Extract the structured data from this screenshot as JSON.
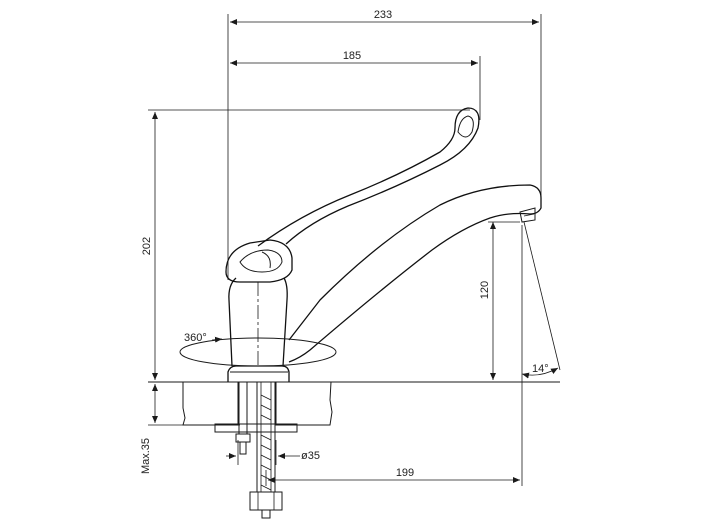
{
  "dimensions": {
    "overall_width": "233",
    "handle_reach": "185",
    "total_height": "202",
    "spout_height": "120",
    "rotation": "360°",
    "outlet_angle": "14°",
    "counter_thickness": "Max.35",
    "mounting_hole": "ø35",
    "spout_reach": "199"
  },
  "colors": {
    "line": "#1a1a1a",
    "hatch": "#444444",
    "background": "#ffffff"
  }
}
